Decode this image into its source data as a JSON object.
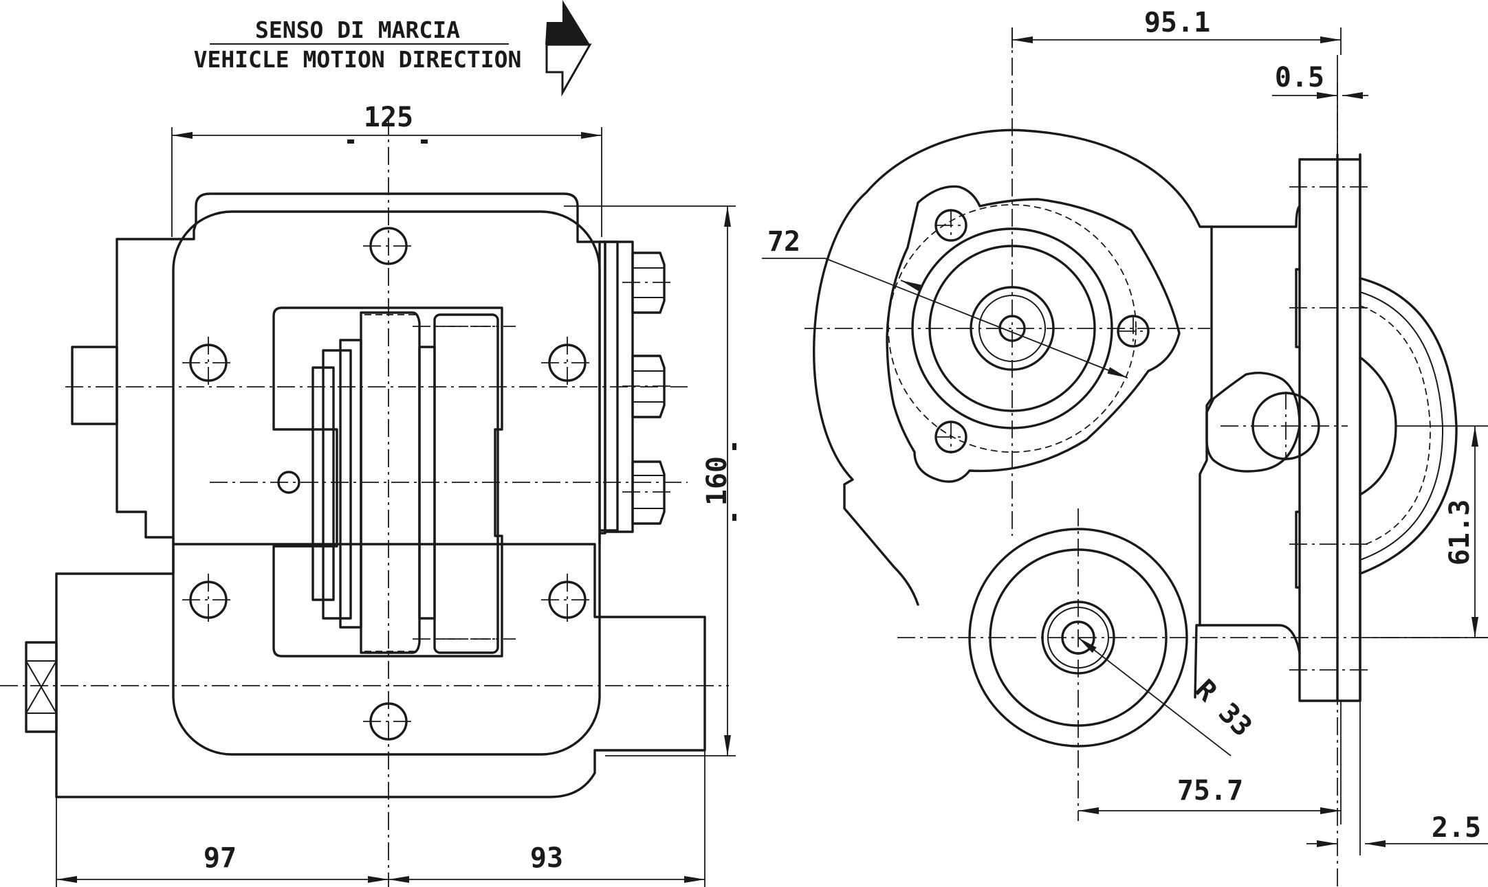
{
  "note": {
    "line1": "SENSO DI MARCIA",
    "line2": "VEHICLE MOTION DIRECTION"
  },
  "dimensions": {
    "width_top": "125",
    "height_right": "160",
    "base_left": "97",
    "base_right": "93",
    "offset_95": "95.1",
    "gap_05": "0.5",
    "bolt_circle": "72",
    "radius_33": "R 33",
    "offset_757": "75.7",
    "gap_25": "2.5",
    "height_613": "61.3"
  }
}
